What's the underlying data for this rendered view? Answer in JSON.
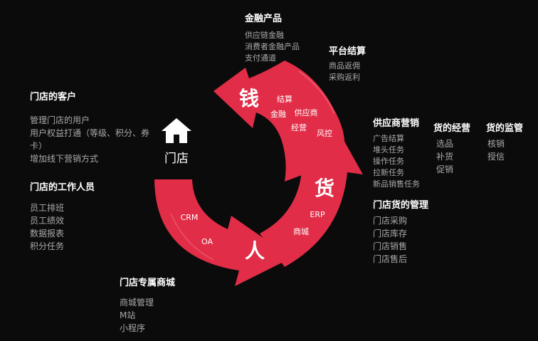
{
  "center": {
    "label": "门店",
    "icon": "home-icon"
  },
  "arrows": {
    "qian": {
      "label": "钱",
      "items": [
        "结算",
        "金融",
        "供应商",
        "经营",
        "风控"
      ]
    },
    "huo": {
      "label": "货",
      "items": [
        "ERP",
        "商城"
      ]
    },
    "ren": {
      "label": "人",
      "items": [
        "CRM",
        "OA"
      ]
    }
  },
  "colors": {
    "accent": "#e12d47",
    "background": "#0b0b0b",
    "text_muted": "#a9a9a9"
  },
  "panels": {
    "finance": {
      "title": "金融产品",
      "items": [
        "供应链金融",
        "消费者金融产品",
        "支付通道"
      ]
    },
    "platform": {
      "title": "平台结算",
      "items": [
        "商品返佣",
        "采购返利"
      ]
    },
    "supplier": {
      "title": "供应商营销",
      "items": [
        "广告结算",
        "堆头任务",
        "操作任务",
        "拉新任务",
        "新品销售任务"
      ]
    },
    "goods_ops": {
      "title": "货的经营",
      "items": [
        "选品",
        "补货",
        "促销"
      ]
    },
    "goods_supervise": {
      "title": "货的监管",
      "items": [
        "核销",
        "授信"
      ]
    },
    "goods_manage": {
      "title": "门店货的管理",
      "items": [
        "门店采购",
        "门店库存",
        "门店销售",
        "门店售后"
      ]
    },
    "customers": {
      "title": "门店的客户",
      "items": [
        "管理门店的用户",
        "用户权益打通（等级、积分、券",
        "卡）",
        "增加线下营销方式"
      ]
    },
    "staff": {
      "title": "门店的工作人员",
      "items": [
        "员工排班",
        "员工绩效",
        "数据报表",
        "积分任务"
      ]
    },
    "mall": {
      "title": "门店专属商城",
      "items": [
        "商城管理",
        "M站",
        "小程序"
      ]
    }
  }
}
